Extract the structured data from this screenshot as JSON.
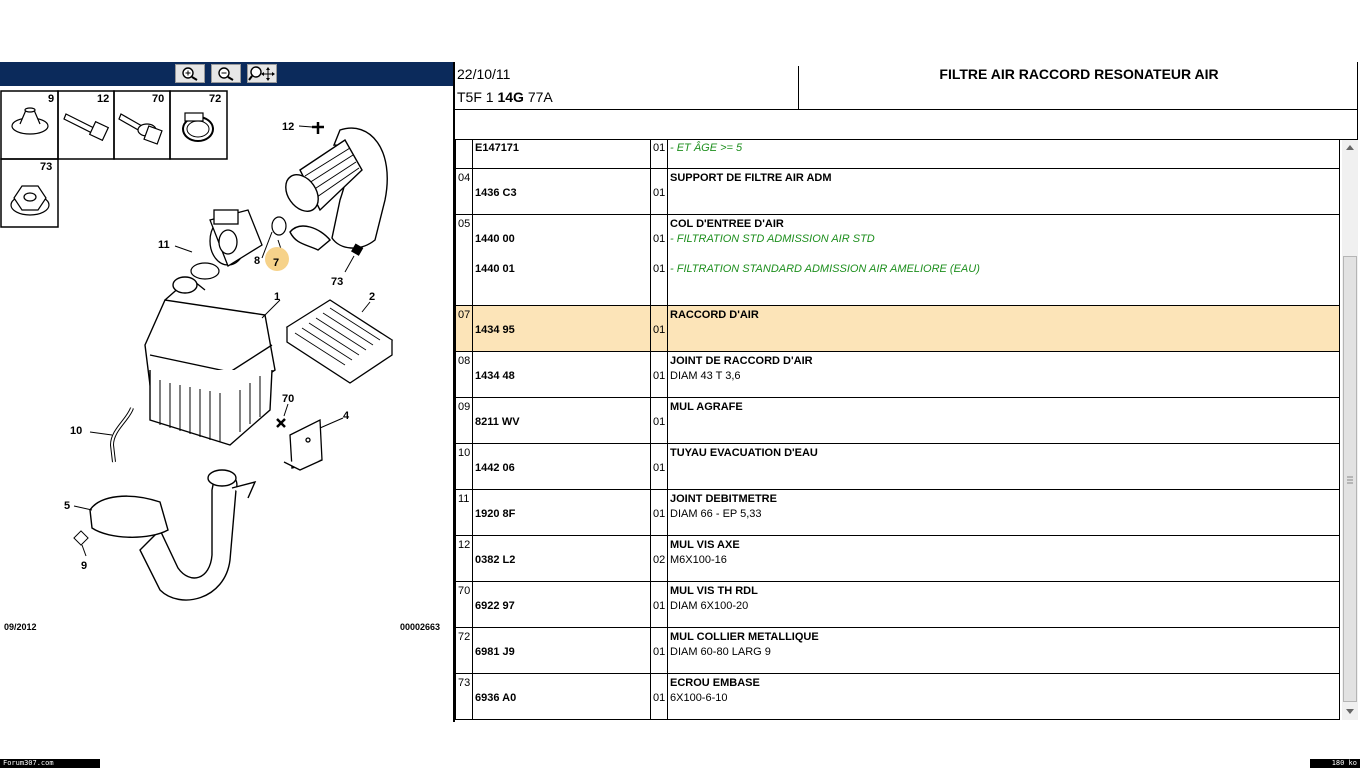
{
  "toolbar": {
    "buttons": [
      {
        "name": "zoom-in-icon"
      },
      {
        "name": "zoom-out-icon"
      },
      {
        "name": "zoom-fit-icon"
      }
    ]
  },
  "diagram": {
    "date": "09/2012",
    "ref": "00002663",
    "hardware_labels": [
      "9",
      "12",
      "70",
      "72",
      "73"
    ],
    "callouts": [
      "12",
      "11",
      "8",
      "7",
      "73",
      "1",
      "2",
      "70",
      "4",
      "10",
      "5",
      "9"
    ]
  },
  "header": {
    "date": "22/10/11",
    "code_prefix": "T5F 1",
    "code_bold": "14G",
    "code_suffix": "77A",
    "title": "FILTRE AIR RACCORD RESONATEUR AIR"
  },
  "parts": [
    {
      "ref": "",
      "lines": [
        {
          "number": "E147171",
          "qty": "01",
          "desc": "- ET ÂGE >= 5",
          "note": true
        }
      ]
    },
    {
      "ref": "04",
      "title": "SUPPORT DE FILTRE AIR ADM",
      "lines": [
        {
          "number": "1436 C3",
          "qty": "01",
          "desc": ""
        }
      ]
    },
    {
      "ref": "05",
      "title": "COL D'ENTREE D'AIR",
      "lines": [
        {
          "number": "1440 00",
          "qty": "01",
          "desc": "- FILTRATION STD ADMISSION AIR STD",
          "note": true
        },
        {
          "number": "1440 01",
          "qty": "01",
          "desc": "- FILTRATION STANDARD ADMISSION AIR AMELIORE (EAU)",
          "note": true
        }
      ]
    },
    {
      "ref": "07",
      "title": "RACCORD D'AIR",
      "selected": true,
      "lines": [
        {
          "number": "1434 95",
          "qty": "01",
          "desc": ""
        }
      ]
    },
    {
      "ref": "08",
      "title": "JOINT DE RACCORD D'AIR",
      "lines": [
        {
          "number": "1434 48",
          "qty": "01",
          "desc": "DIAM 43 T 3,6"
        }
      ]
    },
    {
      "ref": "09",
      "title": "MUL AGRAFE",
      "lines": [
        {
          "number": "8211 WV",
          "qty": "01",
          "desc": ""
        }
      ]
    },
    {
      "ref": "10",
      "title": "TUYAU EVACUATION D'EAU",
      "lines": [
        {
          "number": "1442 06",
          "qty": "01",
          "desc": ""
        }
      ]
    },
    {
      "ref": "11",
      "title": "JOINT DEBITMETRE",
      "lines": [
        {
          "number": "1920 8F",
          "qty": "01",
          "desc": "DIAM 66 - EP 5,33"
        }
      ]
    },
    {
      "ref": "12",
      "title": "MUL VIS AXE",
      "lines": [
        {
          "number": "0382 L2",
          "qty": "02",
          "desc": "M6X100-16"
        }
      ]
    },
    {
      "ref": "70",
      "title": "MUL VIS TH RDL",
      "lines": [
        {
          "number": "6922 97",
          "qty": "01",
          "desc": "DIAM 6X100-20"
        }
      ]
    },
    {
      "ref": "72",
      "title": "MUL COLLIER METALLIQUE",
      "lines": [
        {
          "number": "6981 J9",
          "qty": "01",
          "desc": "DIAM 60-80 LARG 9"
        }
      ]
    },
    {
      "ref": "73",
      "title": "ECROU EMBASE",
      "lines": [
        {
          "number": "6936 A0",
          "qty": "01",
          "desc": "6X100-6-10"
        }
      ]
    }
  ],
  "status": {
    "left": "Forum307.com",
    "right": "180 ko"
  },
  "colors": {
    "toolbar": "#0b2a5b",
    "selected_row": "#fce4b8",
    "note_text": "#1e8f1e",
    "callout_highlight": "#f6d28a"
  }
}
